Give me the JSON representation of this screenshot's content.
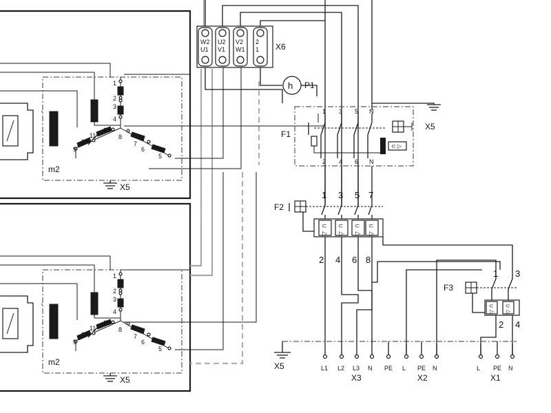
{
  "terminal_x6": {
    "label": "X6",
    "top_labels": [
      "W2",
      "U2",
      "V2",
      "2"
    ],
    "bottom_labels": [
      "U1",
      "V1",
      "W1",
      "1"
    ]
  },
  "hour_meter": {
    "symbol": "h",
    "label": "P1"
  },
  "motor_a": {
    "label": "m2",
    "ground_label": "X5",
    "terminals": [
      "1",
      "2",
      "3",
      "4",
      "12",
      "11",
      "10",
      "9",
      "8",
      "7",
      "6",
      "5"
    ]
  },
  "motor_b": {
    "label": "m2",
    "ground_label": "X5",
    "terminals": [
      "1",
      "2",
      "3",
      "4",
      "12",
      "11",
      "10",
      "9",
      "8",
      "7",
      "6",
      "5"
    ]
  },
  "f1": {
    "label": "F1",
    "ground_label": "X5",
    "top_terminals": [
      "1",
      "3",
      "5",
      "N"
    ],
    "bottom_terminals": [
      "2",
      "4",
      "6",
      "N"
    ]
  },
  "f2": {
    "label": "F2",
    "top_terminals": [
      "1",
      "3",
      "5",
      "7"
    ],
    "bottom_terminals": [
      "2",
      "4",
      "6",
      "8"
    ]
  },
  "f3": {
    "label": "F3",
    "top_terminals": [
      "1",
      "3"
    ],
    "bottom_terminals": [
      "2",
      "4"
    ]
  },
  "bottom_strip": {
    "ground_label": "X5",
    "x3": {
      "label": "X3",
      "terminals": [
        "L1",
        "L2",
        "L3",
        "N",
        "PE"
      ]
    },
    "x2": {
      "label": "X2",
      "terminals": [
        "L",
        "PE",
        "N"
      ]
    },
    "x1": {
      "label": "X1",
      "terminals": [
        "L",
        "PE",
        "N"
      ]
    }
  }
}
